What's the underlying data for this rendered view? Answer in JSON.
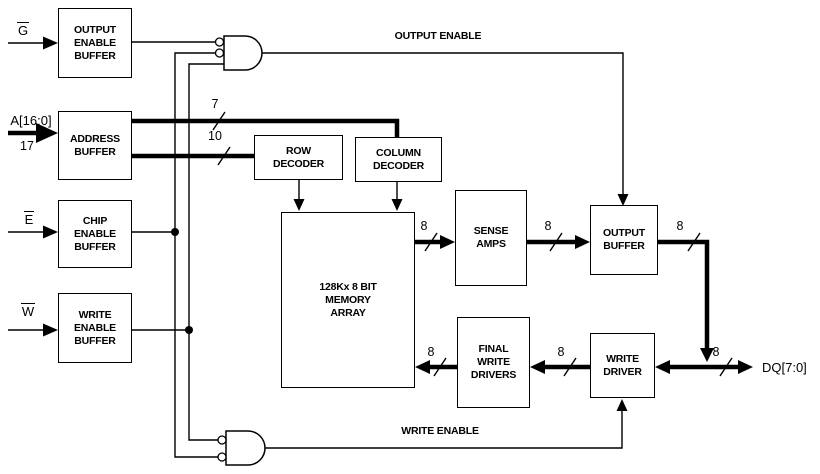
{
  "signals": {
    "g": "G",
    "e": "E",
    "w": "W",
    "address": "A[16:0]",
    "address_width": "17",
    "dq": "DQ[7:0]",
    "output_enable": "OUTPUT ENABLE",
    "write_enable": "WRITE ENABLE"
  },
  "blocks": {
    "output_enable_buffer": "OUTPUT\nENABLE\nBUFFER",
    "address_buffer": "ADDRESS\nBUFFER",
    "chip_enable_buffer": "CHIP\nENABLE\nBUFFER",
    "write_enable_buffer": "WRITE\nENABLE\nBUFFER",
    "row_decoder": "ROW\nDECODER",
    "column_decoder": "COLUMN\nDECODER",
    "memory_array": "128Kx 8 BIT\nMEMORY\nARRAY",
    "sense_amps": "SENSE\nAMPS",
    "output_buffer": "OUTPUT\nBUFFER",
    "final_write_drivers": "FINAL\nWRITE\nDRIVERS",
    "write_driver": "WRITE\nDRIVER"
  },
  "bus_widths": {
    "column": "7",
    "row": "10",
    "mem_to_sense": "8",
    "sense_to_output_buffer": "8",
    "output_buffer_out": "8",
    "dq_bus": "8",
    "write_driver_to_final": "8",
    "final_to_mem": "8"
  },
  "colors": {
    "line": "#000000",
    "background": "#ffffff"
  }
}
